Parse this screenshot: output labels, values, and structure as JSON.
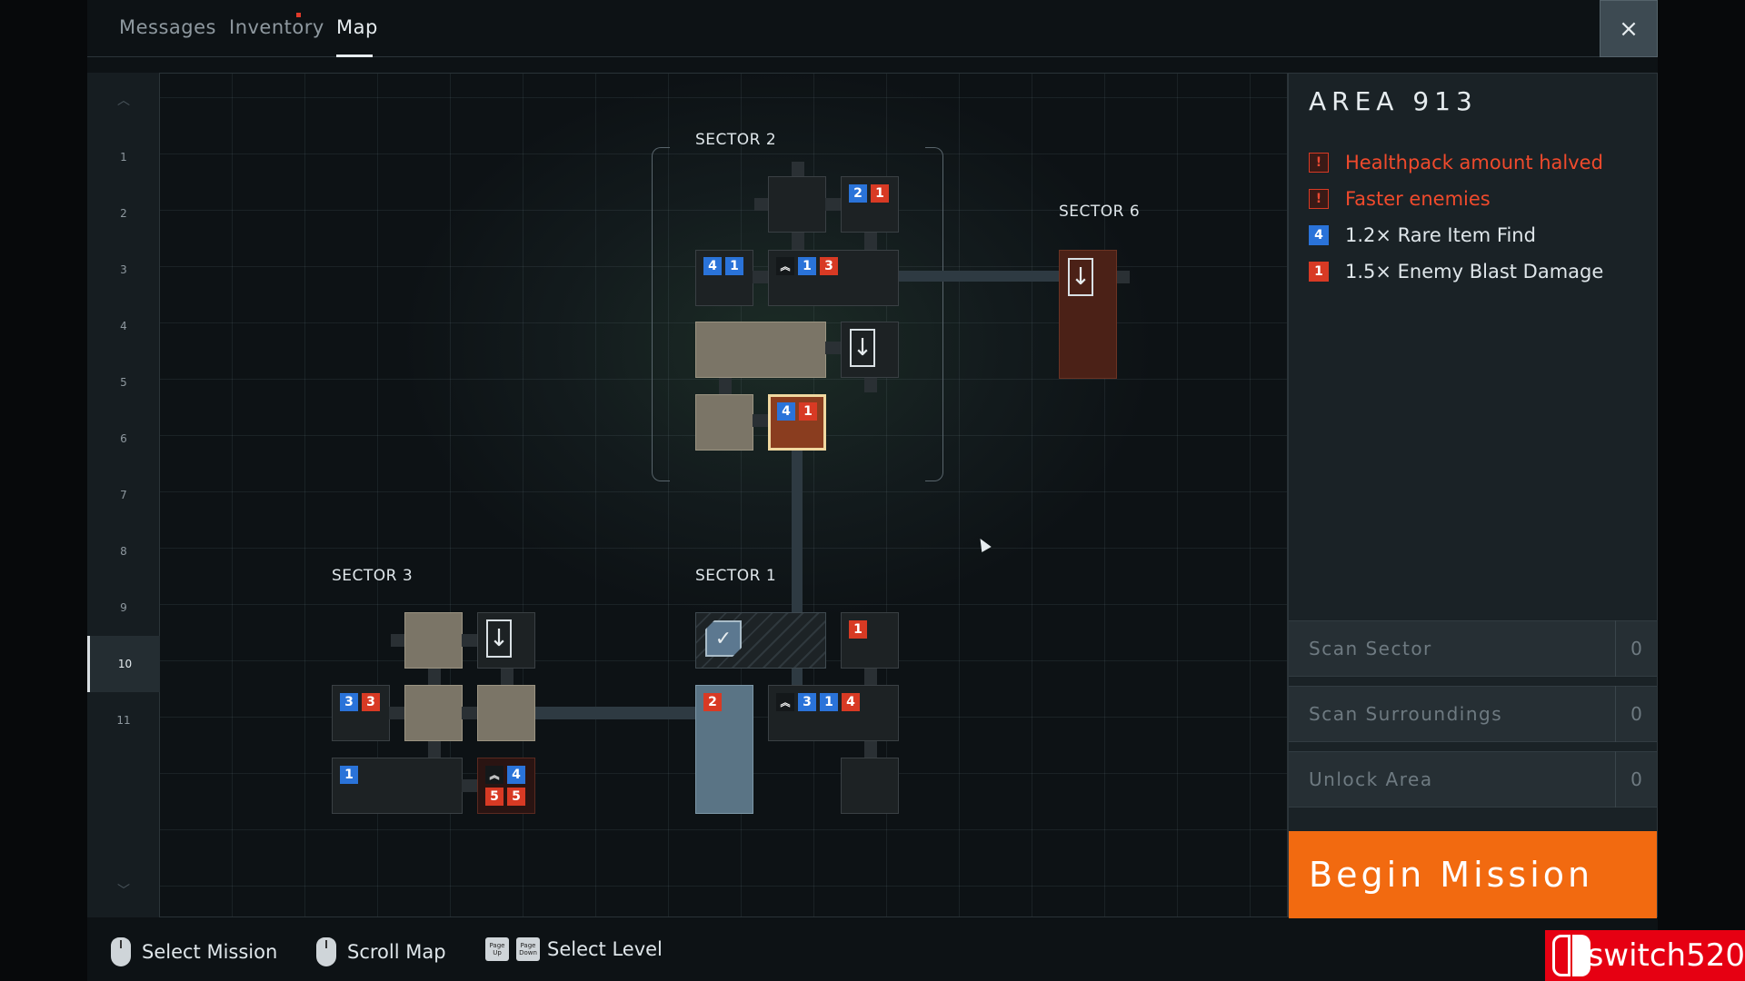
{
  "tabs": {
    "messages": "Messages",
    "inventory": "Inventory",
    "map": "Map"
  },
  "close_label": "×",
  "levels": [
    "1",
    "2",
    "3",
    "4",
    "5",
    "6",
    "7",
    "8",
    "9",
    "10",
    "11"
  ],
  "active_level": "10",
  "sectors": {
    "s1": "SECTOR 1",
    "s2": "SECTOR 2",
    "s3": "SECTOR 3",
    "s6": "SECTOR 6"
  },
  "badges": {
    "s2_r1": [
      "2",
      "1"
    ],
    "s2_r2": [
      "4",
      "1"
    ],
    "s2_r3": [
      "1",
      "3"
    ],
    "s2_r6": [
      "4",
      "1"
    ],
    "s1_r2": "1",
    "s1_r3": "2",
    "s1_r4": [
      "3",
      "1",
      "4"
    ],
    "s3_r4": [
      "3",
      "3"
    ],
    "s3_r7": "1",
    "s3_r8_top": "4",
    "s3_r8_bot": [
      "5",
      "5"
    ]
  },
  "panel": {
    "title": "AREA 913",
    "modifiers": [
      {
        "icon": "!",
        "text": "Healthpack amount halved",
        "style": "warning"
      },
      {
        "icon": "!",
        "text": "Faster enemies",
        "style": "warning"
      },
      {
        "icon": "4",
        "text": "1.2× Rare Item Find",
        "style": "blue"
      },
      {
        "icon": "1",
        "text": "1.5× Enemy Blast Damage",
        "style": "red"
      }
    ],
    "actions": [
      {
        "label": "Scan Sector",
        "count": "0"
      },
      {
        "label": "Scan Surroundings",
        "count": "0"
      },
      {
        "label": "Unlock Area",
        "count": "0"
      }
    ],
    "begin": "Begin Mission"
  },
  "hints": {
    "select_mission": "Select Mission",
    "scroll_map": "Scroll Map",
    "select_level": "Select Level",
    "page_up": "Page Up",
    "page_down": "Page Down"
  },
  "watermark": "switch520",
  "colors": {
    "accent": "#f26a10",
    "warning": "#f04a2c",
    "badge_blue": "#2a73d9",
    "badge_red": "#d83a24"
  }
}
